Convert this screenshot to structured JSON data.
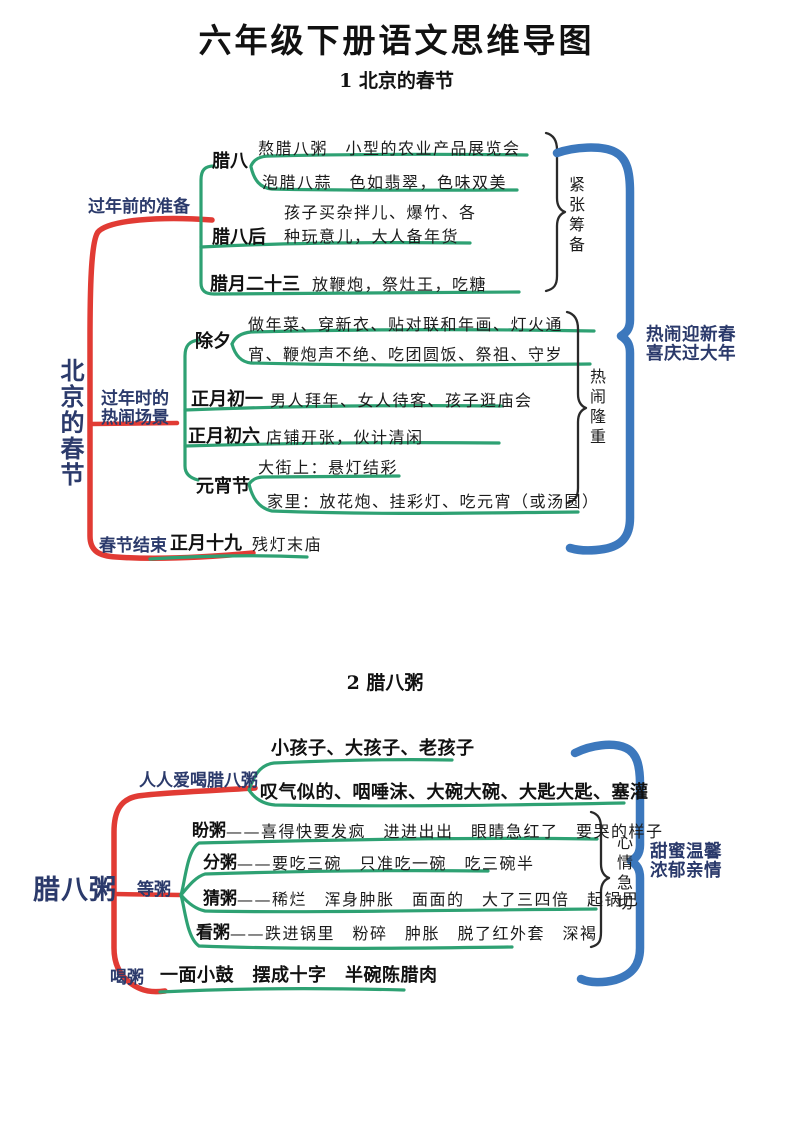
{
  "page": {
    "title": "六年级下册语文思维导图"
  },
  "colors": {
    "red": "#e13b34",
    "green": "#2ea173",
    "blue": "#3c78bd",
    "navy": "#2b3a6b",
    "ink": "#1f1f1f"
  },
  "map1": {
    "subtitle": "1 北京的春节",
    "root": "北京的春节",
    "summary_line1": "热闹迎新春",
    "summary_line2": "喜庆过大年",
    "branch_prep": {
      "label": "过年前的准备",
      "bracket": "紧张筹备",
      "laba": {
        "label": "腊八",
        "item1": "熬腊八粥　小型的农业产品展览会",
        "item2": "泡腊八蒜　色如翡翠，色味双美"
      },
      "laba_hou": {
        "label": "腊八后",
        "desc_line1": "孩子买杂拌儿、爆竹、各",
        "desc_line2": "种玩意儿，大人备年货"
      },
      "layue23": {
        "label": "腊月二十三",
        "desc": "放鞭炮，祭灶王，吃糖"
      }
    },
    "branch_scene": {
      "label_line1": "过年时的",
      "label_line2": "热闹场景",
      "bracket": "热闹隆重",
      "chuxi": {
        "label": "除夕",
        "desc_line1": "做年菜、穿新衣、贴对联和年画、灯火通",
        "desc_line2": "宵、鞭炮声不绝、吃团圆饭、祭祖、守岁"
      },
      "chuyi": {
        "label": "正月初一",
        "desc": "男人拜年、女人待客、孩子逛庙会"
      },
      "chuliu": {
        "label": "正月初六",
        "desc": "店铺开张，伙计清闲"
      },
      "yuanxiao": {
        "label": "元宵节",
        "street": "大街上：悬灯结彩",
        "home": "家里：放花炮、挂彩灯、吃元宵（或汤圆）"
      }
    },
    "branch_end": {
      "label": "春节结束",
      "bold": "正月十九",
      "desc": "残灯末庙"
    }
  },
  "map2": {
    "subtitle": "2 腊八粥",
    "root": "腊八粥",
    "summary_line1": "甜蜜温馨",
    "summary_line2": "浓郁亲情",
    "branch_love": {
      "label": "人人爱喝腊八粥",
      "item1": "小孩子、大孩子、老孩子",
      "item2": "叹气似的、咽唾沫、大碗大碗、大匙大匙、塞灌"
    },
    "branch_wait": {
      "label": "等粥",
      "bracket": "心情急切",
      "pan": {
        "label": "盼粥",
        "desc": "——喜得快要发疯　进进出出　眼睛急红了　要哭的样子"
      },
      "fen": {
        "label": "分粥",
        "desc": "——要吃三碗　只准吃一碗　吃三碗半"
      },
      "cai": {
        "label": "猜粥",
        "desc": "——稀烂　浑身肿胀　面面的　大了三四倍　起锅巴"
      },
      "kan": {
        "label": "看粥",
        "desc": "——跌进锅里　粉碎　肿胀　脱了红外套　深褐"
      }
    },
    "branch_drink": {
      "label": "喝粥",
      "desc": "一面小鼓　摆成十字　半碗陈腊肉"
    }
  }
}
